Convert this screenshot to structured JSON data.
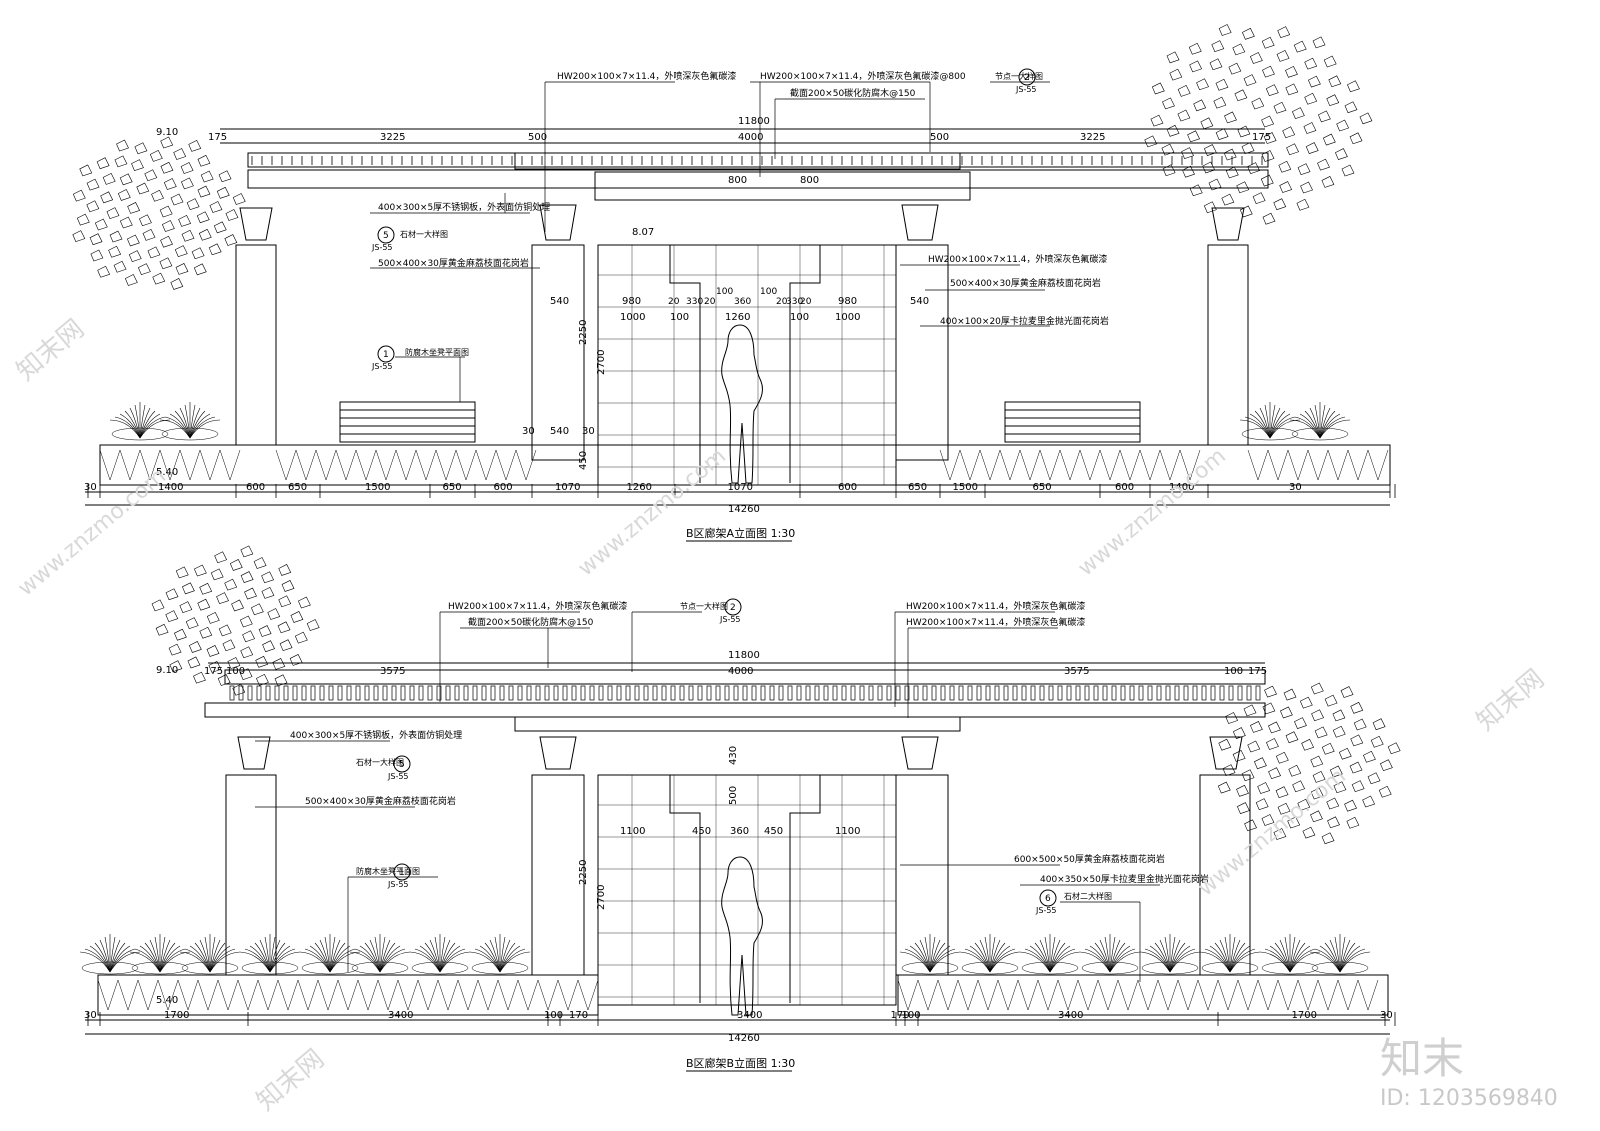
{
  "drawing_a": {
    "title": "B区廊架A立面图 1:30",
    "dims_top": [
      "175",
      "3225",
      "500",
      "4000",
      "500",
      "3225",
      "175"
    ],
    "total_top": "11800",
    "dims_inner": [
      "800",
      "800"
    ],
    "dims_bottom": [
      "30",
      "1400",
      "600",
      "650",
      "1500",
      "650",
      "600",
      "1070",
      "1260",
      "1070",
      "600",
      "650",
      "1500",
      "650",
      "600",
      "1400",
      "30"
    ],
    "total_bottom": "14260",
    "level_top": "9.10",
    "level_mid": "8.07",
    "level_ground": "5.40",
    "notes": [
      "HW200×100×7×11.4，外喷深灰色氟碳漆",
      "HW200×100×7×11.4，外喷深灰色氟碳漆@800",
      "截面200×50碳化防腐木@150",
      "节点一大样图",
      "400×300×5厚不锈钢板，外表面仿铜处理",
      "石材一大样图",
      "500×400×30厚黄金麻荔枝面花岗岩",
      "防腐木坐凳平面图",
      "HW200×100×7×11.4，外喷深灰色氟碳漆",
      "500×400×30厚黄金麻荔枝面花岗岩",
      "400×100×20厚卡拉麦里金抛光面花岗岩"
    ],
    "wall_dims": [
      "540",
      "980",
      "20",
      "330",
      "20",
      "100",
      "360",
      "100",
      "20",
      "330",
      "20",
      "980",
      "540"
    ],
    "wall_dims_2": [
      "1000",
      "100",
      "1260",
      "100",
      "1000"
    ],
    "side_dims": [
      "2250",
      "2700",
      "450",
      "540",
      "30",
      "30"
    ],
    "callouts": [
      {
        "num": "2",
        "sheet": "JS-55"
      },
      {
        "num": "5",
        "sheet": "JS-55"
      },
      {
        "num": "1",
        "sheet": "JS-55"
      }
    ]
  },
  "drawing_b": {
    "title": "B区廊架B立面图 1:30",
    "dims_top": [
      "175",
      "100",
      "3575",
      "4000",
      "3575",
      "100",
      "175"
    ],
    "total_top": "11800",
    "dims_bottom": [
      "30",
      "1700",
      "3400",
      "100",
      "170",
      "3400",
      "170",
      "100",
      "3400",
      "1700",
      "30"
    ],
    "total_bottom": "14260",
    "level_top": "9.10",
    "level_ground": "5.40",
    "notes": [
      "HW200×100×7×11.4，外喷深灰色氟碳漆",
      "截面200×50碳化防腐木@150",
      "节点一大样图",
      "HW200×100×7×11.4，外喷深灰色氟碳漆",
      "HW200×100×7×11.4，外喷深灰色氟碳漆",
      "400×300×5厚不锈钢板，外表面仿铜处理",
      "石材一大样图",
      "500×400×30厚黄金麻荔枝面花岗岩",
      "防腐木坐凳平面图",
      "600×500×50厚黄金麻荔枝面花岗岩",
      "400×350×50厚卡拉麦里金抛光面花岗岩",
      "石材二大样图"
    ],
    "wall_dims": [
      "1100",
      "450",
      "360",
      "450",
      "1100"
    ],
    "side_dims": [
      "2250",
      "2700",
      "430",
      "500"
    ],
    "callouts": [
      {
        "num": "2",
        "sheet": "JS-55"
      },
      {
        "num": "5",
        "sheet": "JS-55"
      },
      {
        "num": "1",
        "sheet": "JS-55"
      },
      {
        "num": "6",
        "sheet": "JS-55"
      }
    ]
  },
  "watermark": {
    "brand": "知末",
    "id_text": "ID: 1203569840",
    "site": "www.znzmo.com",
    "cn": "知末网"
  }
}
